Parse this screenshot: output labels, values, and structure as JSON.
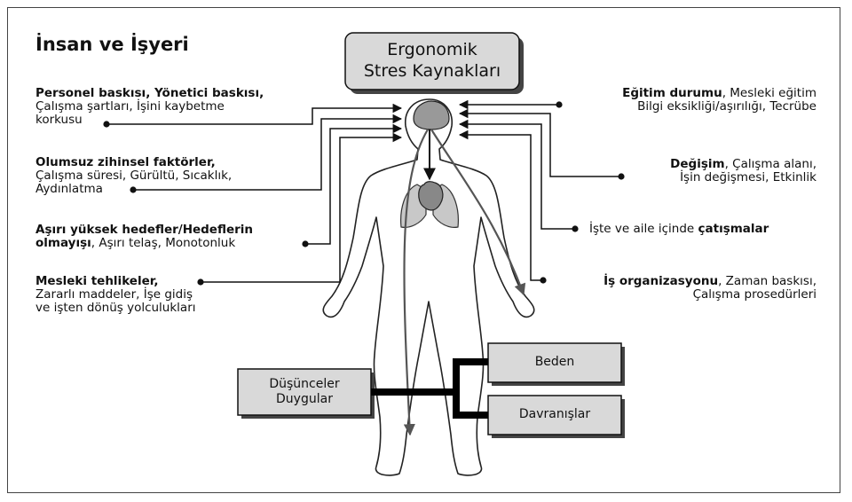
{
  "title": "İnsan ve İşyeri",
  "center_box": {
    "line1": "Ergonomik",
    "line2": "Stres Kaynakları"
  },
  "left_groups": [
    {
      "line1_bold": "Personel baskısı, Yönetici baskısı,",
      "line2": "Çalışma şartları, İşini kaybetme",
      "line3": "korkusu"
    },
    {
      "line1_bold": "Olumsuz zihinsel faktörler,",
      "line2": "Çalışma süresi, Gürültü, Sıcaklık,",
      "line3": "Aydınlatma"
    },
    {
      "line1_bold": "Aşırı yüksek hedefler/Hedeflerin",
      "line2_bold": "olmayışı",
      "line2_rest": ", Aşırı telaş, Monotonluk"
    },
    {
      "line1_bold": "Mesleki tehlikeler,",
      "line2": "Zararlı maddeler, İşe gidiş",
      "line3": "ve işten dönüş yolculukları"
    }
  ],
  "right_groups": [
    {
      "line1_bold": "Eğitim durumu",
      "line1_rest": ", Mesleki eğitim",
      "line2": "Bilgi eksikliği/aşırılığı, Tecrübe"
    },
    {
      "line1_bold": "Değişim",
      "line1_rest": ", Çalışma alanı,",
      "line2": "İşin değişmesi, Etkinlik"
    },
    {
      "line1_rest": "İşte ve aile içinde ",
      "line1_bold": "çatışmalar"
    },
    {
      "line1_bold": "İş organizasyonu",
      "line1_rest": ", Zaman baskısı,",
      "line2": "Çalışma prosedürleri"
    }
  ],
  "outcome_boxes": {
    "thoughts": {
      "line1": "Düşünceler",
      "line2": "Duygular"
    },
    "body": "Beden",
    "behaviour": "Davranışlar"
  },
  "colors": {
    "box_fill": "#d9d9d9",
    "organ_fill": "#999999",
    "line": "#111111",
    "arrow_gray": "#666666"
  }
}
